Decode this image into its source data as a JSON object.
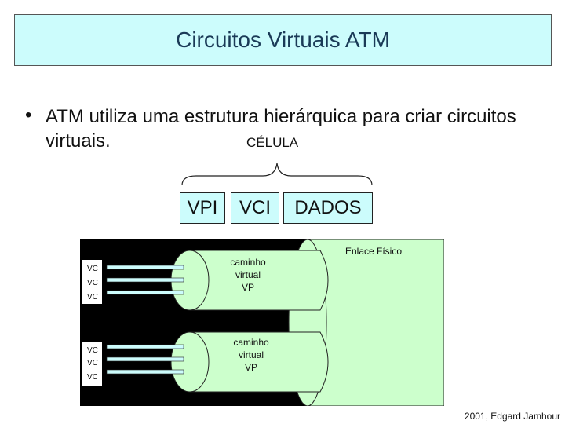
{
  "title": "Circuitos Virtuais ATM",
  "bullet_text": "ATM utiliza uma estrutura hierárquica para criar circuitos virtuais.",
  "cell_label": "CÉLULA",
  "fields": [
    "VPI",
    "VCI",
    "DADOS"
  ],
  "diagram": {
    "link_label": "Enlace Físico",
    "paths": [
      {
        "lines": [
          "caminho",
          "virtual",
          "VP"
        ]
      },
      {
        "lines": [
          "caminho",
          "virtual",
          "VP"
        ]
      }
    ],
    "vc_groups": [
      [
        "VC",
        "VC",
        "VC"
      ],
      [
        "VC",
        "VC",
        "VC"
      ]
    ]
  },
  "footer": "2001, Edgard Jamhour",
  "colors": {
    "title_bg": "#ccfcfc",
    "title_text": "#1a3a57",
    "green": "#ccffcc",
    "diagram_bg": "#000000"
  }
}
